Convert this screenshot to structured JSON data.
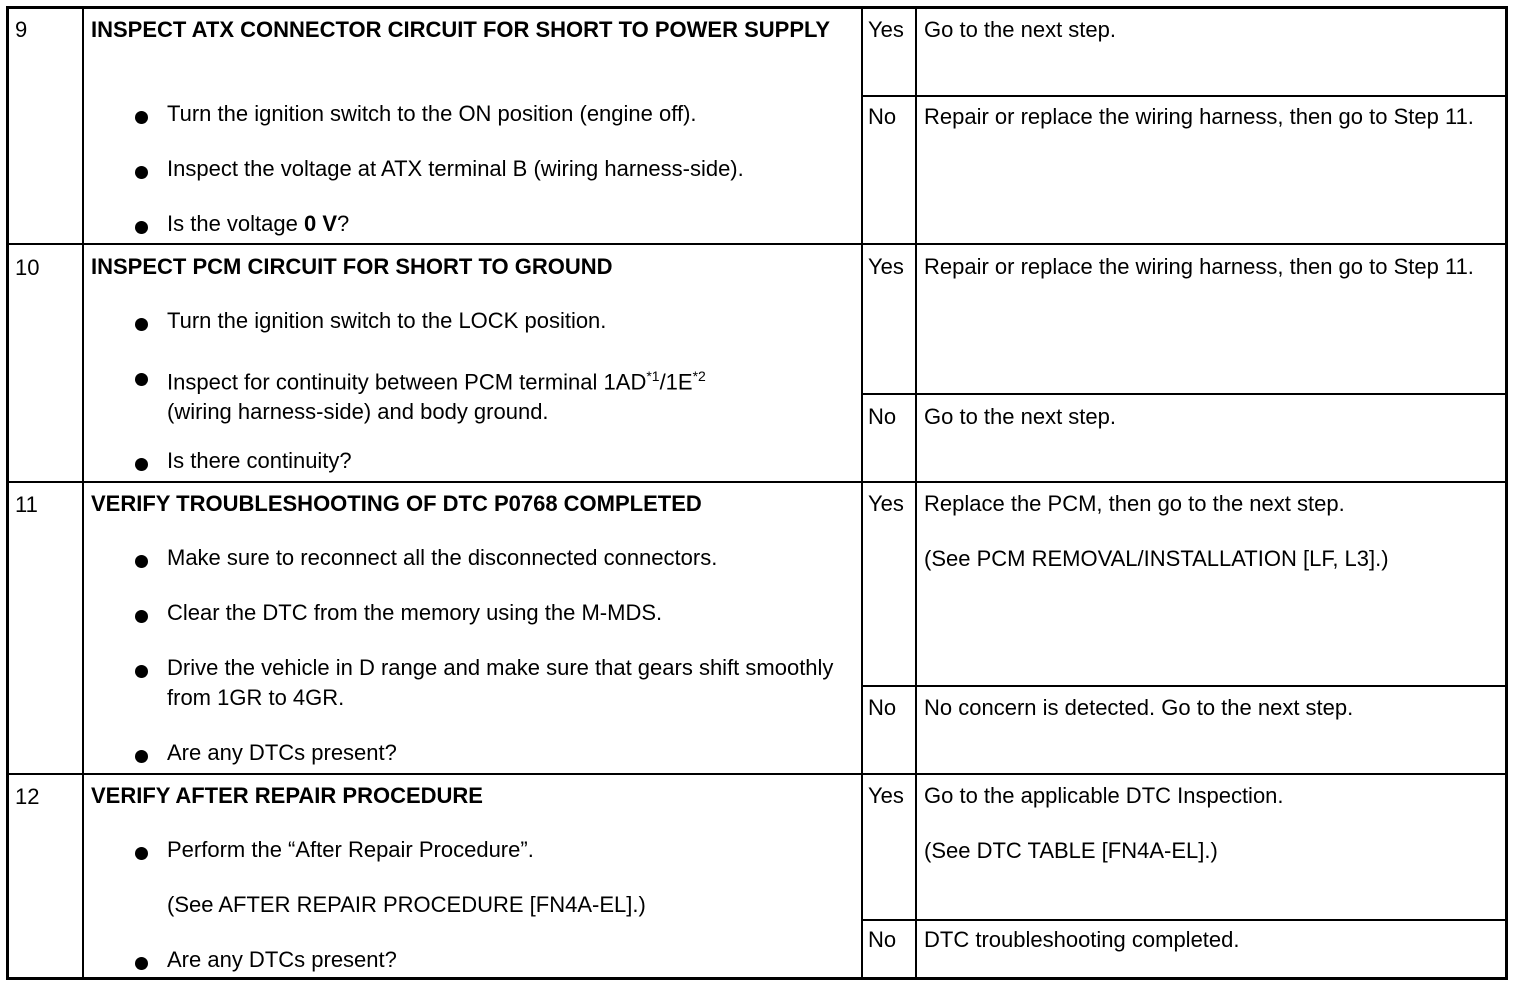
{
  "rows": [
    {
      "step": "9",
      "title": "INSPECT ATX CONNECTOR CIRCUIT FOR SHORT TO POWER SUPPLY",
      "bullets": [
        "Turn the ignition switch to the ON position (engine off).",
        "Inspect the voltage at ATX terminal B (wiring harness-side).",
        "Is the voltage ",
        "0 V",
        "?"
      ],
      "yes_label": "Yes",
      "yes_text": "Go to the next step.",
      "no_label": "No",
      "no_text": "Repair or replace the wiring harness, then go to Step 11."
    },
    {
      "step": "10",
      "title": "INSPECT PCM CIRCUIT FOR SHORT TO GROUND",
      "bullets": [
        "Turn the ignition switch to the LOCK position.",
        "Inspect for continuity between PCM terminal 1AD",
        "*1",
        "/1E",
        "*2",
        "(wiring harness-side) and body ground.",
        "Is there continuity?"
      ],
      "yes_label": "Yes",
      "yes_text": "Repair or replace the wiring harness, then go to Step 11.",
      "no_label": "No",
      "no_text": "Go to the next step."
    },
    {
      "step": "11",
      "title": "VERIFY TROUBLESHOOTING OF DTC P0768 COMPLETED",
      "bullets": [
        "Make sure to reconnect all the disconnected connectors.",
        "Clear the DTC from the memory using the M-MDS.",
        "Drive the vehicle in D range and make sure that gears shift smoothly from 1GR to 4GR.",
        "Are any DTCs present?"
      ],
      "yes_label": "Yes",
      "yes_text": "Replace the PCM, then go to the next step.",
      "yes_note": "(See PCM REMOVAL/INSTALLATION [LF, L3].)",
      "no_label": "No",
      "no_text": "No concern is detected. Go to the next step."
    },
    {
      "step": "12",
      "title": "VERIFY AFTER REPAIR PROCEDURE",
      "bullets": [
        "Perform the “After Repair Procedure”.",
        "(See AFTER REPAIR PROCEDURE [FN4A-EL].)",
        "Are any DTCs present?"
      ],
      "yes_label": "Yes",
      "yes_text": "Go to the applicable DTC Inspection.",
      "yes_note": "(See DTC TABLE [FN4A-EL].)",
      "no_label": "No",
      "no_text": "DTC troubleshooting completed."
    }
  ]
}
